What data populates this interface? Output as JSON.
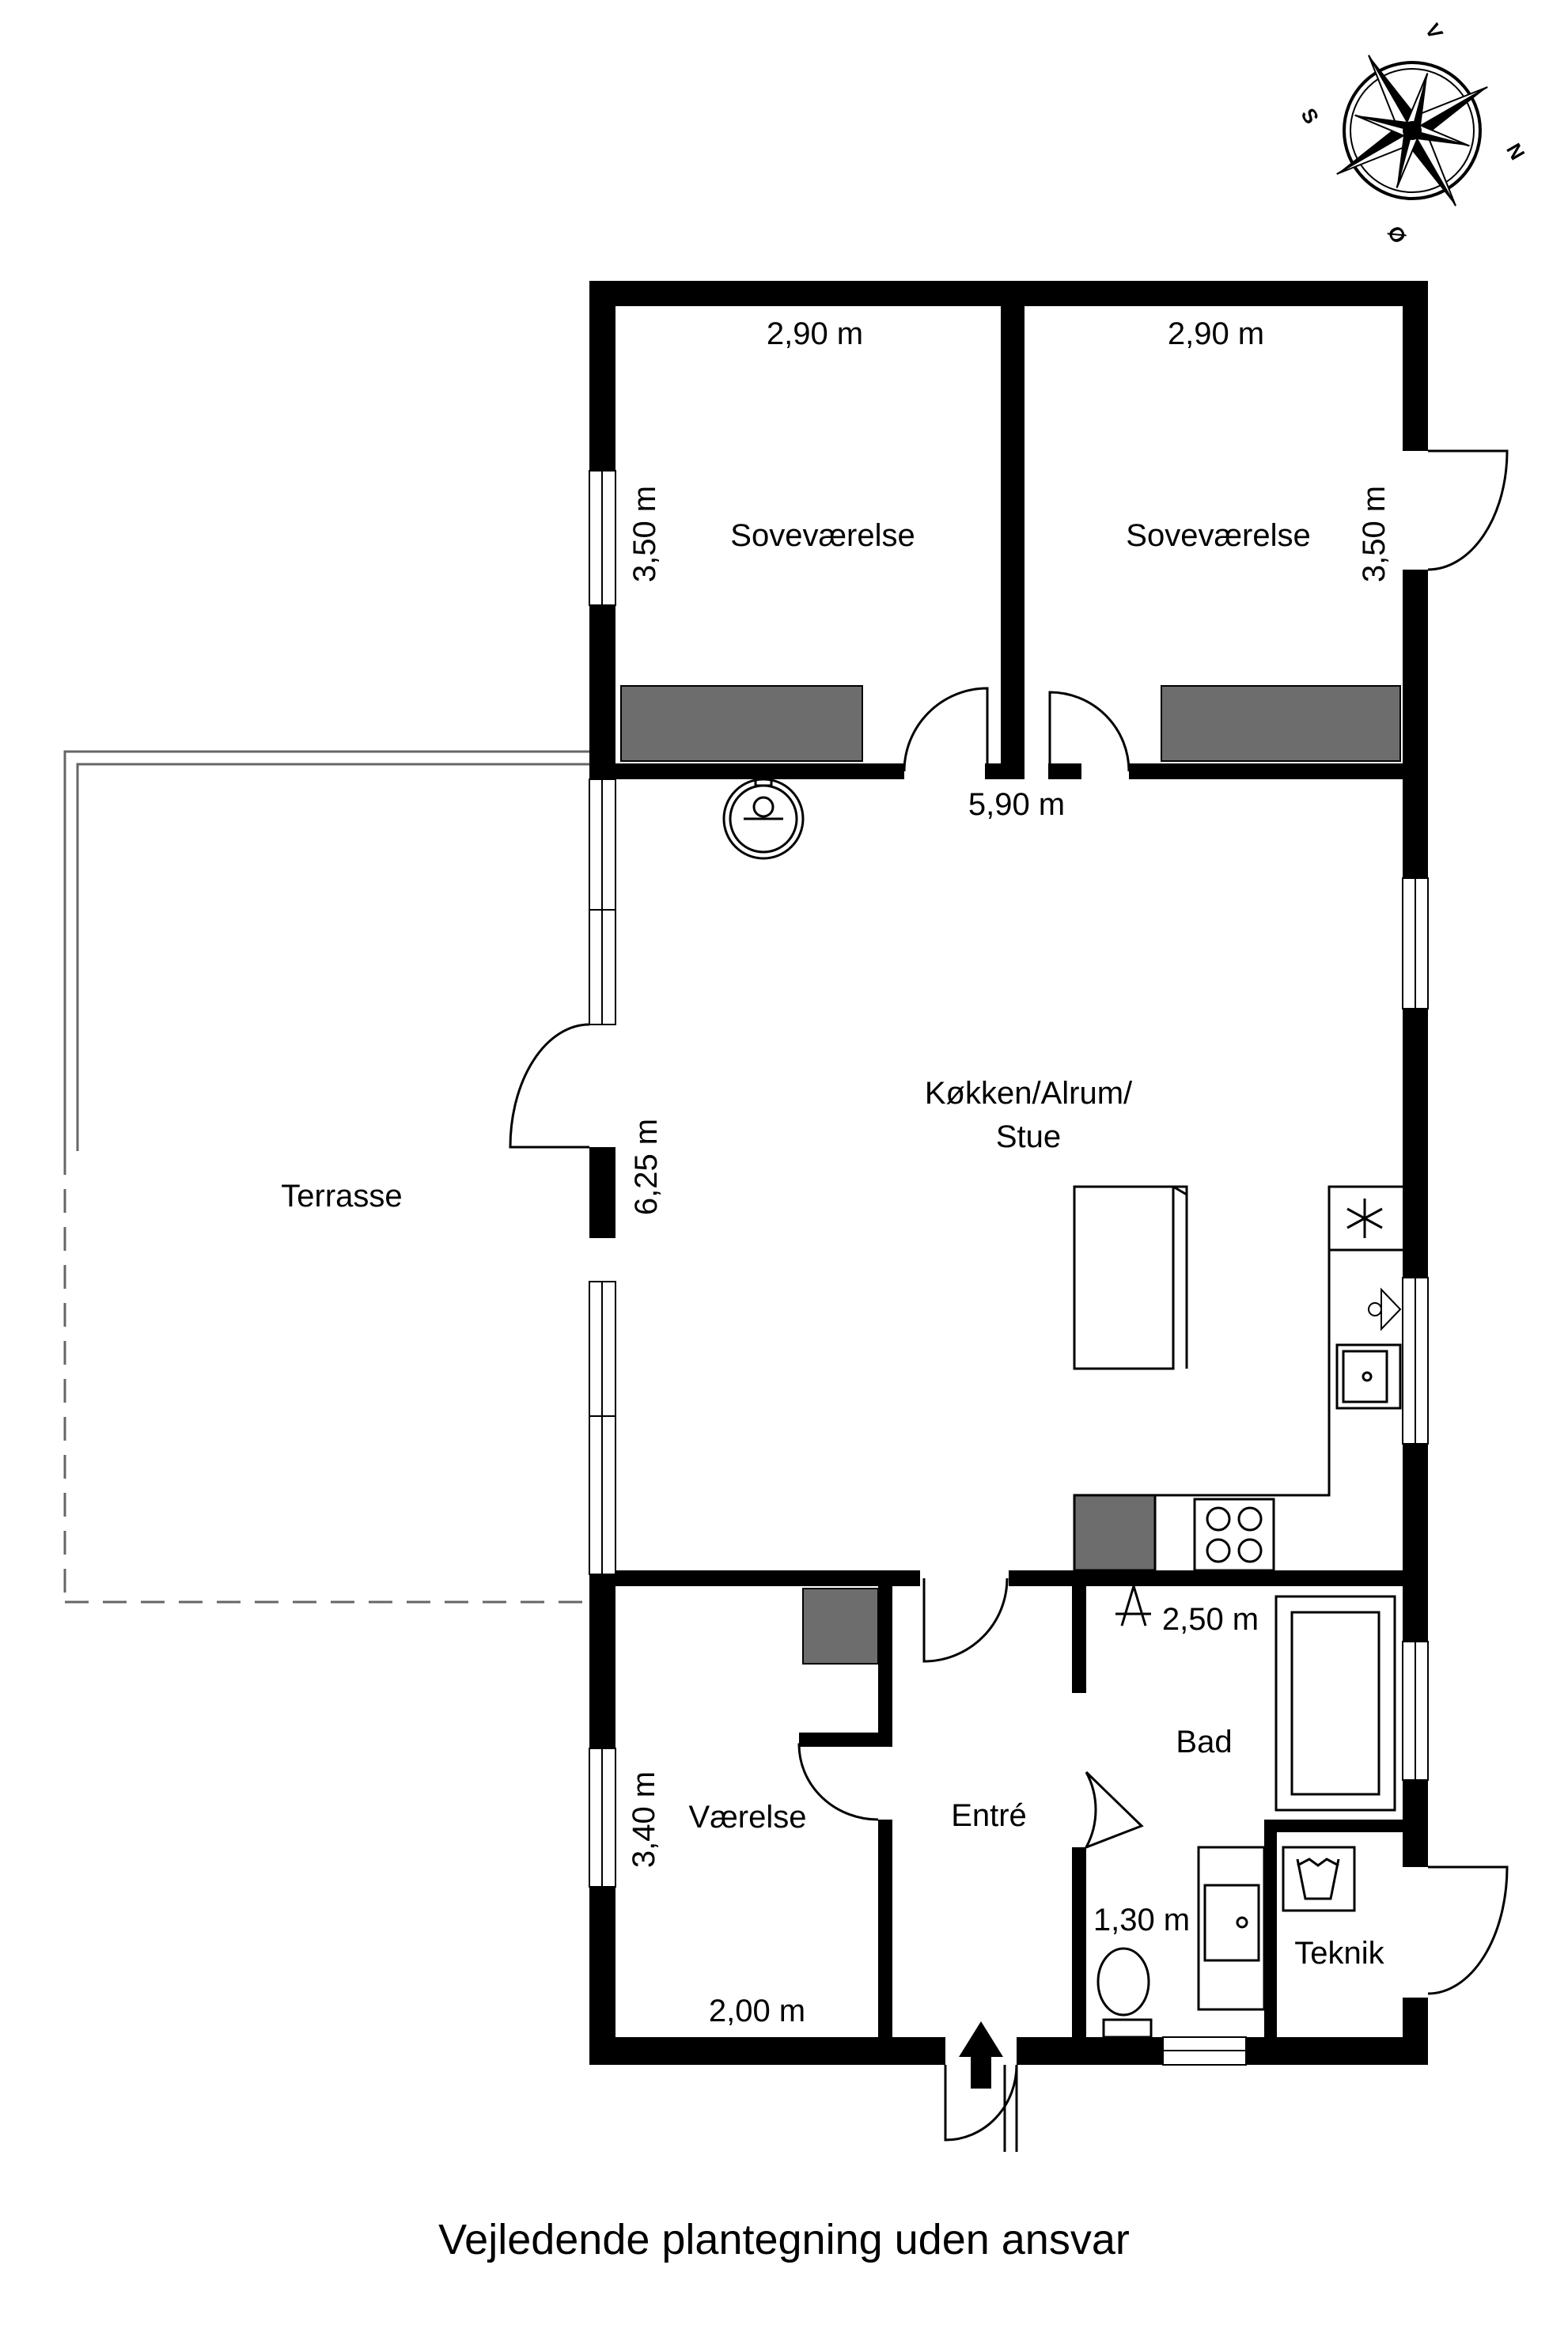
{
  "compass": {
    "north": "N",
    "south": "S",
    "east": "Ø",
    "west": "V"
  },
  "rooms": {
    "bedroom_left": {
      "name": "Soveværelse",
      "width": "2,90 m",
      "depth": "3,50 m"
    },
    "bedroom_right": {
      "name": "Soveværelse",
      "width": "2,90 m",
      "depth": "3,50 m"
    },
    "kitchen_living": {
      "name_line1": "Køkken/Alrum/",
      "name_line2": "Stue",
      "width": "5,90 m",
      "depth": "6,25 m"
    },
    "terrace": {
      "name": "Terrasse"
    },
    "room_small": {
      "name": "Værelse",
      "width": "2,00 m",
      "depth": "3,40 m"
    },
    "entrance": {
      "name": "Entré"
    },
    "bath": {
      "name": "Bad",
      "width": "2,50 m",
      "depth": "1,30 m"
    },
    "technical": {
      "name": "Teknik"
    }
  },
  "disclaimer": "Vejledende plantegning uden ansvar",
  "colors": {
    "wall": "#000000",
    "furniture_fill": "#6d6d6d",
    "line": "#000000",
    "background": "#ffffff"
  }
}
